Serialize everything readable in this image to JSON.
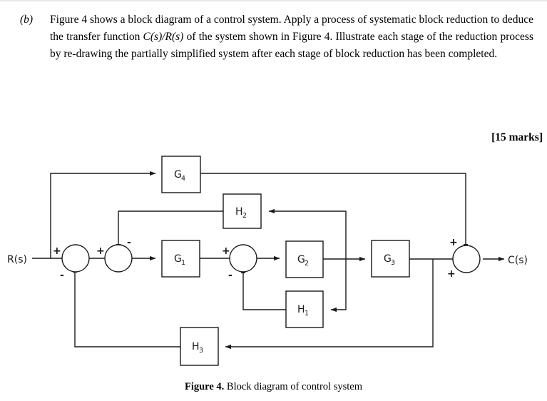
{
  "question": {
    "label": "(b)",
    "text_parts": {
      "p1": "Figure 4 shows a block diagram of a control system. Apply a process of systematic block reduction to deduce the transfer function ",
      "tf": "C(s)/R(s)",
      "p2": " of the system shown in Figure 4. Illustrate each stage of the reduction process by re-drawing the partially simplified system after each stage of block reduction has been completed."
    },
    "marks": "[15 marks]"
  },
  "figure": {
    "caption_bold": "Figure 4.",
    "caption_rest": " Block diagram of control system",
    "input_label": "R(s)",
    "output_label": "C(s)",
    "blocks": [
      {
        "id": "G4",
        "name": "G",
        "sub": "4"
      },
      {
        "id": "H2",
        "name": "H",
        "sub": "2"
      },
      {
        "id": "G1",
        "name": "G",
        "sub": "1"
      },
      {
        "id": "G2",
        "name": "G",
        "sub": "2"
      },
      {
        "id": "G3",
        "name": "G",
        "sub": "3"
      },
      {
        "id": "H1",
        "name": "H",
        "sub": "1"
      },
      {
        "id": "H3",
        "name": "H",
        "sub": "3"
      }
    ],
    "summing_junctions": [
      {
        "id": "S1",
        "signs": [
          "+",
          "-"
        ]
      },
      {
        "id": "S2",
        "signs": [
          "+",
          "-"
        ]
      },
      {
        "id": "S3",
        "signs": [
          "+",
          "-"
        ]
      },
      {
        "id": "S4",
        "signs": [
          "+",
          "+"
        ]
      }
    ],
    "signs": {
      "s1_in": "+",
      "s1_fb": "-",
      "s2_in": "+",
      "s2_fb": "-",
      "s3_in": "+",
      "s3_fb": "-",
      "s4_top": "+",
      "s4_in": "+"
    }
  }
}
